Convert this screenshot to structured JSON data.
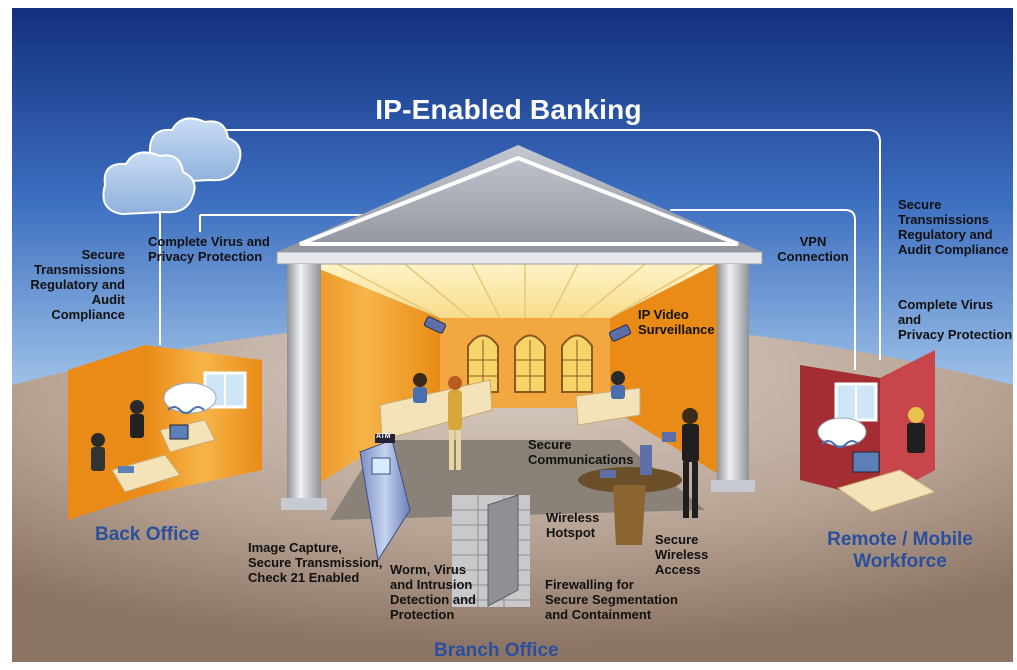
{
  "title": "IP-Enabled Banking",
  "sections": {
    "back_office": "Back Office",
    "remote": "Remote / Mobile\nWorkforce",
    "branch": "Branch Office"
  },
  "labels": {
    "left_secure": "Secure\nTransmissions\nRegulatory and\nAudit Compliance",
    "left_virus": "Complete Virus and\nPrivacy Protection",
    "vpn": "VPN\nConnection",
    "right_secure": "Secure\nTransmissions\nRegulatory and\nAudit Compliance",
    "right_virus": "Complete Virus and\nPrivacy Protection",
    "ip_video": "IP Video\nSurveillance",
    "secure_comm": "Secure\nCommunications",
    "wireless_hotspot": "Wireless\nHotspot",
    "secure_wireless": "Secure\nWireless\nAccess",
    "image_capture": "Image Capture,\nSecure Transmission,\nCheck 21 Enabled",
    "worm": "Worm, Virus\nand Intrusion\nDetection and\nProtection",
    "firewall": "Firewalling for\nSecure Segmentation\nand Containment"
  },
  "atm_text": "ATM",
  "colors": {
    "sky_top": "#1a3c8f",
    "sky_bottom": "#9fc8ee",
    "ground": "#b8a596",
    "wall_orange": "#f2a12e",
    "remote_wall": "#b8353a",
    "title_text": "#ffffff",
    "section_text": "#2a4f9c"
  }
}
